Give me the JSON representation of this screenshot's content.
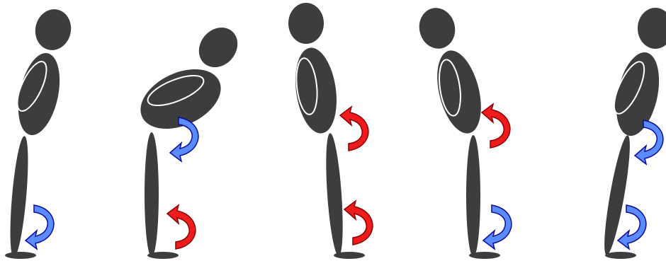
{
  "colors": {
    "body": "#3d3d3d",
    "outline": "#ffffff",
    "arrow_red": "#ee1c1c",
    "arrow_red_dark": "#8a0000",
    "arrow_blue": "#5b8cff",
    "arrow_blue_dark": "#0a0a9c"
  },
  "figures": [
    {
      "id": "figure-1",
      "upper_arrow": null,
      "lower_arrow": "blue"
    },
    {
      "id": "figure-2",
      "upper_arrow": "blue",
      "lower_arrow": "red"
    },
    {
      "id": "figure-3",
      "upper_arrow": "red",
      "lower_arrow": "red"
    },
    {
      "id": "figure-4",
      "upper_arrow": "red",
      "lower_arrow": "blue"
    },
    {
      "id": "figure-5",
      "upper_arrow": "blue",
      "lower_arrow": "blue"
    }
  ]
}
